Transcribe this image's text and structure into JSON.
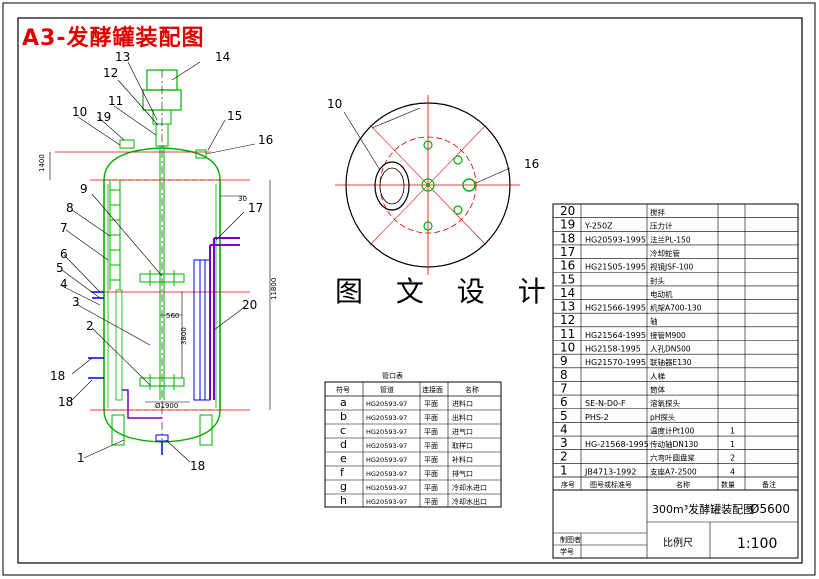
{
  "title": "A3-发酵罐装配图",
  "center_text": "图 文 设 计",
  "colors": {
    "red": "#e00000",
    "green": "#00b000",
    "blue": "#0000ff",
    "purple": "#7a00c8",
    "gray": "#9a9a9a"
  },
  "labels": {
    "l1": "1",
    "l2": "2",
    "l3": "3",
    "l4": "4",
    "l5": "5",
    "l6": "6",
    "l7": "7",
    "l8": "8",
    "l9": "9",
    "l10": "10",
    "l11": "11",
    "l12": "12",
    "l13": "13",
    "l14": "14",
    "l15": "15",
    "l16": "16",
    "l17": "17",
    "l18a": "18",
    "l18b": "18",
    "l18c": "18",
    "l19": "19",
    "l20": "20",
    "l10b": "10",
    "l16b": "16"
  },
  "dims": {
    "d1400": "1400",
    "d11800": "11800",
    "d3800": "3800",
    "d560": "560",
    "d1900": "Ø1900",
    "a30": "30",
    "d5600": "Ø5600"
  },
  "nozzle_table": {
    "title": "管口表",
    "headers": [
      "符号",
      "管道",
      "连接面",
      "名称"
    ],
    "rows": [
      [
        "a",
        "HG20593-97",
        "平面",
        "进料口"
      ],
      [
        "b",
        "HG20593-97",
        "平面",
        "出料口"
      ],
      [
        "c",
        "HG20593-97",
        "平面",
        "进气口"
      ],
      [
        "d",
        "HG20593-97",
        "平面",
        "取样口"
      ],
      [
        "e",
        "HG20593-97",
        "平面",
        "补料口"
      ],
      [
        "f",
        "HG20593-97",
        "平面",
        "排气口"
      ],
      [
        "g",
        "HG20593-97",
        "平面",
        "冷却水进口"
      ],
      [
        "h",
        "HG20593-97",
        "平面",
        "冷却水出口"
      ]
    ]
  },
  "parts_table": {
    "rows": [
      [
        "20",
        "",
        "搅拌",
        ""
      ],
      [
        "19",
        "Y-250Z",
        "压力计",
        ""
      ],
      [
        "18",
        "HG20593-1995",
        "法兰PL-150",
        ""
      ],
      [
        "17",
        "",
        "冷却蛇管",
        ""
      ],
      [
        "16",
        "HG21505-1995",
        "视镜JSF-100",
        ""
      ],
      [
        "15",
        "",
        "封头",
        ""
      ],
      [
        "14",
        "",
        "电动机",
        ""
      ],
      [
        "13",
        "HG21566-1995",
        "机架A700-130",
        ""
      ],
      [
        "12",
        "",
        "轴",
        ""
      ],
      [
        "11",
        "HG21564-1995",
        "接管M900",
        ""
      ],
      [
        "10",
        "HG2158-1995",
        "人孔DN500",
        ""
      ],
      [
        "9",
        "HG21570-1995",
        "联轴器E130",
        ""
      ],
      [
        "8",
        "",
        "人梯",
        ""
      ],
      [
        "7",
        "",
        "筒体",
        ""
      ],
      [
        "6",
        "SE-N-D0-F",
        "溶氧探头",
        ""
      ],
      [
        "5",
        "PHS-2",
        "pH探头",
        ""
      ],
      [
        "4",
        "",
        "温度计Pt100",
        "1"
      ],
      [
        "3",
        "HG-21568-1995",
        "传动轴DN130",
        "1"
      ],
      [
        "2",
        "",
        "六弯叶圆盘桨",
        "2"
      ],
      [
        "1",
        "JB4713-1992",
        "支座A7-2500",
        "4"
      ]
    ],
    "header": [
      "序号",
      "图号或标准号",
      "名称",
      "数量",
      "备注"
    ],
    "title_block": {
      "name": "300m³发酵罐装配图",
      "diameter": "Ø5600",
      "scale_label": "比例尺",
      "scale": "1:100",
      "drawn_by": "制图者",
      "student_id": "学号"
    }
  }
}
